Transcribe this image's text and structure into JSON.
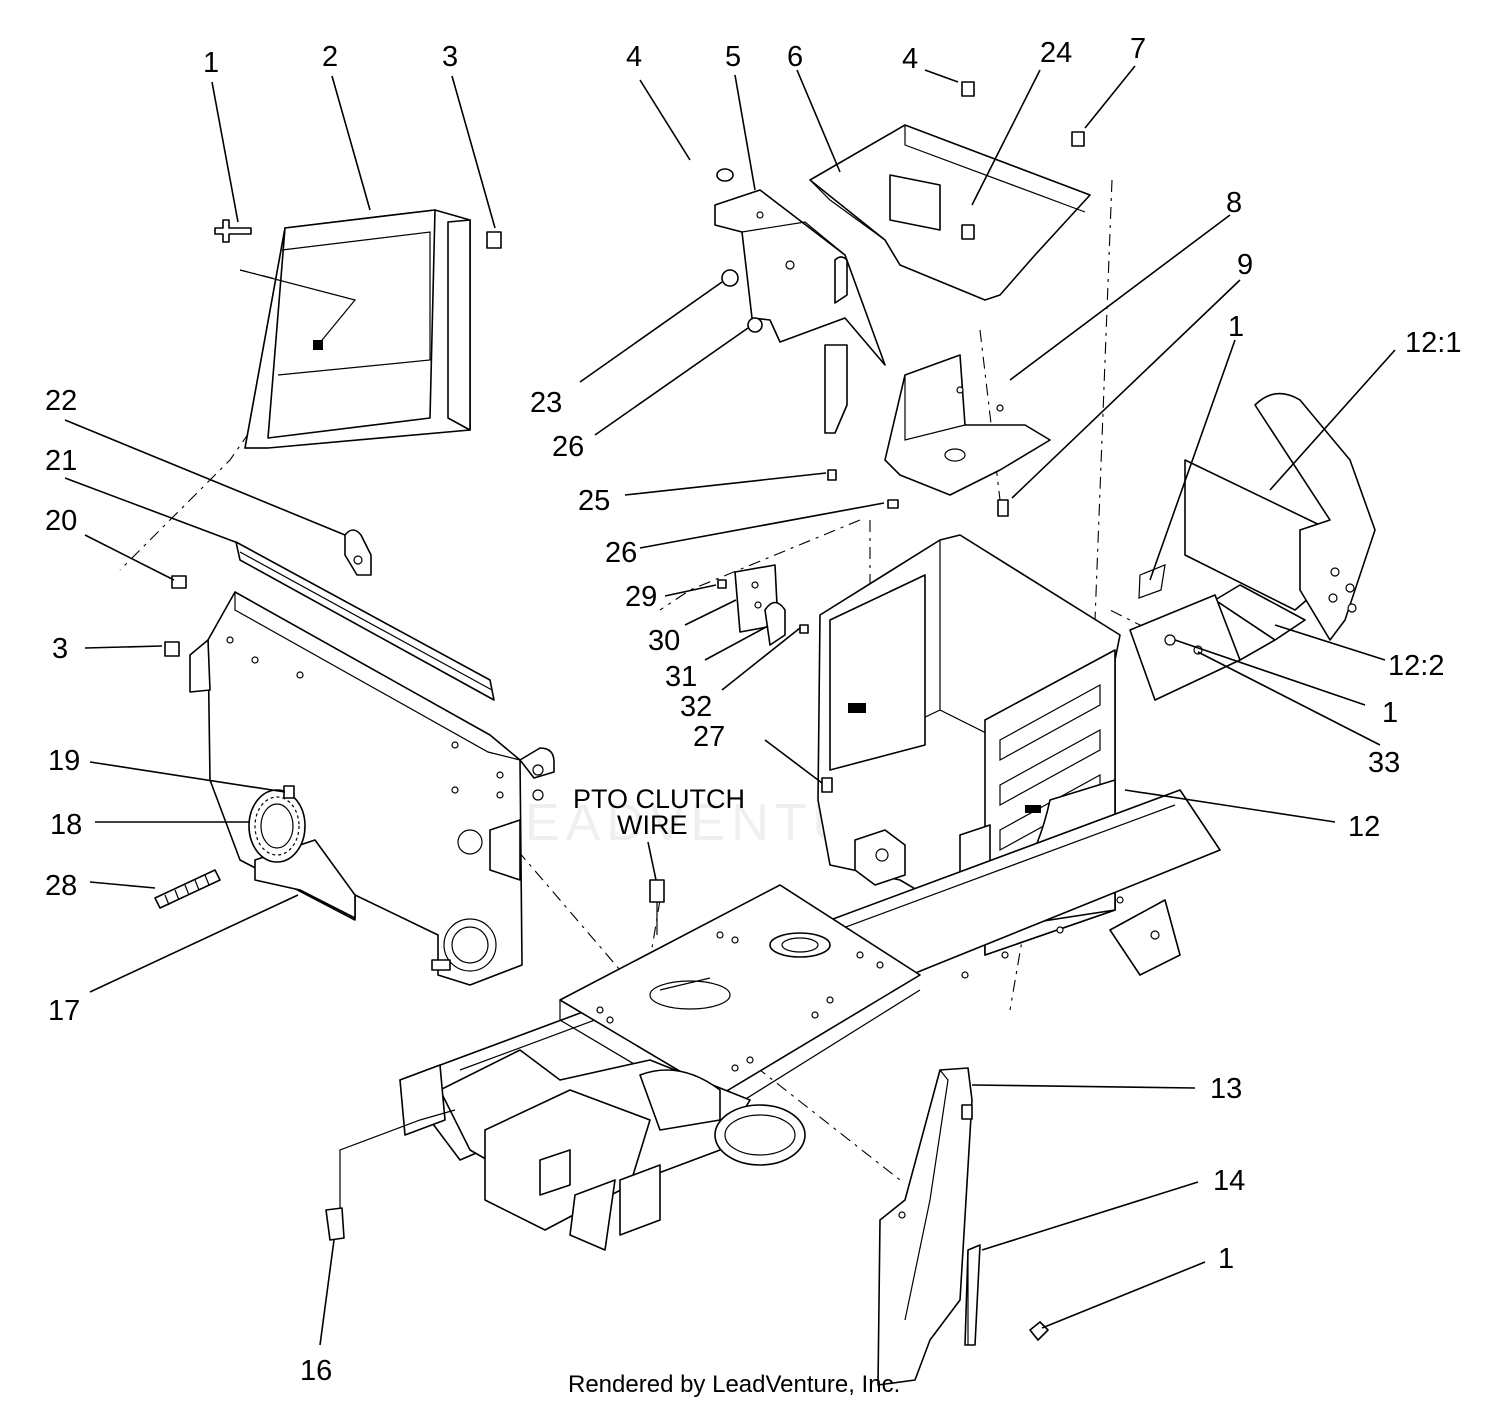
{
  "diagram": {
    "callouts": [
      {
        "id": "c1a",
        "text": "1"
      },
      {
        "id": "c2",
        "text": "2"
      },
      {
        "id": "c3a",
        "text": "3"
      },
      {
        "id": "c4a",
        "text": "4"
      },
      {
        "id": "c5",
        "text": "5"
      },
      {
        "id": "c6",
        "text": "6"
      },
      {
        "id": "c4b",
        "text": "4"
      },
      {
        "id": "c24",
        "text": "24"
      },
      {
        "id": "c7",
        "text": "7"
      },
      {
        "id": "c8",
        "text": "8"
      },
      {
        "id": "c9",
        "text": "9"
      },
      {
        "id": "c1b",
        "text": "1"
      },
      {
        "id": "c12_1",
        "text": "12:1"
      },
      {
        "id": "c22",
        "text": "22"
      },
      {
        "id": "c21",
        "text": "21"
      },
      {
        "id": "c20",
        "text": "20"
      },
      {
        "id": "c3b",
        "text": "3"
      },
      {
        "id": "c23",
        "text": "23"
      },
      {
        "id": "c26a",
        "text": "26"
      },
      {
        "id": "c25",
        "text": "25"
      },
      {
        "id": "c26b",
        "text": "26"
      },
      {
        "id": "c29",
        "text": "29"
      },
      {
        "id": "c30",
        "text": "30"
      },
      {
        "id": "c31",
        "text": "31"
      },
      {
        "id": "c32",
        "text": "32"
      },
      {
        "id": "c27",
        "text": "27"
      },
      {
        "id": "c12_2",
        "text": "12:2"
      },
      {
        "id": "c1c",
        "text": "1"
      },
      {
        "id": "c33",
        "text": "33"
      },
      {
        "id": "c12",
        "text": "12"
      },
      {
        "id": "c19",
        "text": "19"
      },
      {
        "id": "c18",
        "text": "18"
      },
      {
        "id": "c28",
        "text": "28"
      },
      {
        "id": "c17",
        "text": "17"
      },
      {
        "id": "c13",
        "text": "13"
      },
      {
        "id": "c14",
        "text": "14"
      },
      {
        "id": "c1d",
        "text": "1"
      },
      {
        "id": "c16",
        "text": "16"
      }
    ],
    "pto_label_line1": "PTO CLUTCH",
    "pto_label_line2": "WIRE",
    "credit": "Rendered by LeadVenture, Inc.",
    "watermark": "LEADVENTURE"
  }
}
